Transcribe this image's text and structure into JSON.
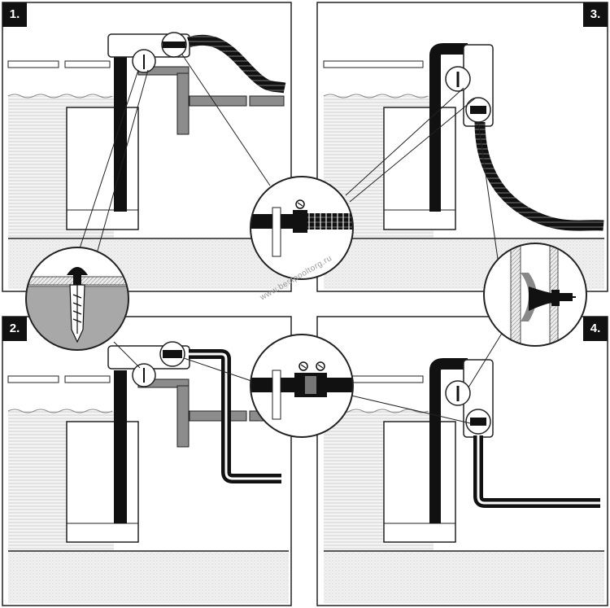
{
  "steps": [
    {
      "label": "1."
    },
    {
      "label": "2."
    },
    {
      "label": "3."
    },
    {
      "label": "4."
    }
  ],
  "watermark": "www.bestpooltorg.ru",
  "colors": {
    "ink": "#111111",
    "panel_border": "#222222",
    "water_gray": "#9a9a9a",
    "concrete_gray": "#cfcfcf",
    "bracket_gray": "#8c8c8c"
  }
}
